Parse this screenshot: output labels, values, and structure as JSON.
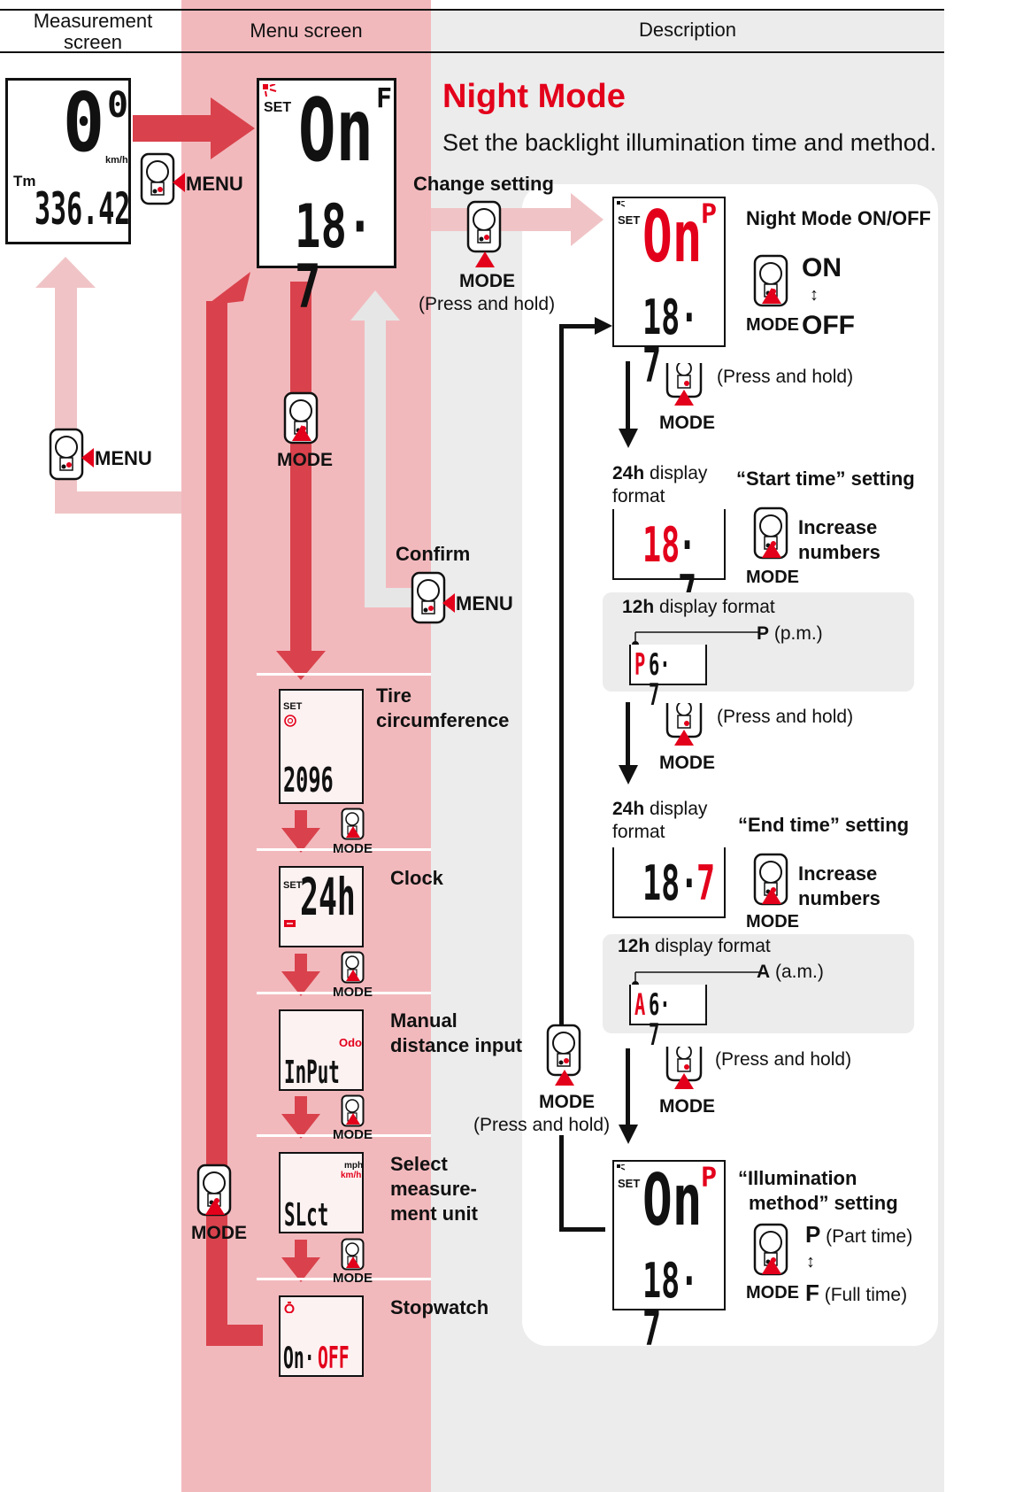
{
  "header": {
    "col1": "Measurement\nscreen",
    "col1_line1": "Measurement",
    "col1_line2": "screen",
    "col2": "Menu screen",
    "col3": "Description"
  },
  "title": "Night Mode",
  "subtitle": "Set the backlight illumination time and method.",
  "measurement_screen": {
    "speed": "0",
    "speed_decimal": "0",
    "unit": "km/h",
    "tm_label": "Tm",
    "time": "336.42"
  },
  "menu_button_label": "MENU",
  "mode_button_label": "MODE",
  "menu_lcd": {
    "set": "SET",
    "top": "On",
    "top_sup": "F",
    "bottom": "18· 7"
  },
  "change_setting": "Change setting",
  "press_and_hold": "(Press and hold)",
  "confirm": "Confirm",
  "menu_items": [
    {
      "label_lines": [
        "Tire",
        "circumference"
      ],
      "lcd_text": "2096",
      "icon": "tire-icon"
    },
    {
      "label_lines": [
        "Clock"
      ],
      "lcd_text": "24h",
      "icon": "clock-icon"
    },
    {
      "label_lines": [
        "Manual",
        "distance input"
      ],
      "lcd_text": "InPut",
      "extra": "Odo"
    },
    {
      "label_lines": [
        "Select",
        "measure-",
        "ment unit"
      ],
      "lcd_text": "SLct",
      "extra_lines": [
        "mph",
        "km/h"
      ]
    },
    {
      "label_lines": [
        "Stopwatch"
      ],
      "lcd_text_a": "On·",
      "lcd_text_b": "OFF",
      "icon": "stopwatch-icon"
    }
  ],
  "night": {
    "onoff_title": "Night Mode ON/OFF",
    "on": "ON",
    "off": "OFF",
    "lcd1": {
      "set": "SET",
      "top": "On",
      "sup": "P",
      "bottom": "18· 7"
    },
    "step2": {
      "fmt24_bold": "24h",
      "fmt24_rest1": " display",
      "fmt24_rest2": "format",
      "title": "“Start time” setting",
      "inc1": "Increase",
      "inc2": "numbers",
      "lcd_red": "18",
      "lcd_black": "· 7",
      "fmt12_bold": "12h",
      "fmt12_rest": " display format",
      "marker_bold": "P",
      "marker_rest": " (p.m.)",
      "lcd12_red": "P",
      "lcd12_black": " 6· 7"
    },
    "step3": {
      "fmt24_bold": "24h",
      "fmt24_rest1": " display",
      "fmt24_rest2": "format",
      "title": "“End time” setting",
      "inc1": "Increase",
      "inc2": "numbers",
      "lcd_black": "18· ",
      "lcd_red": "7",
      "fmt12_bold": "12h",
      "fmt12_rest": " display format",
      "marker_bold": "A",
      "marker_rest": " (a.m.)",
      "lcd12_red": "A",
      "lcd12_black": " 6· 7"
    },
    "step4": {
      "title1": "“Illumination",
      "title2": "method” setting",
      "lcd": {
        "set": "SET",
        "top": "On",
        "sup": "P",
        "bottom": "18· 7"
      },
      "p_bold": "P",
      "p_rest": " (Part time)",
      "f_bold": "F",
      "f_rest": " (Full time)"
    }
  },
  "colors": {
    "menu_col": "#f2b9bd",
    "desc_col": "#ececec",
    "red": "#e3001b",
    "arrow_red": "#d9424c",
    "arrow_pink": "#f0c4c6",
    "arrow_grey": "#e6e6e6"
  }
}
